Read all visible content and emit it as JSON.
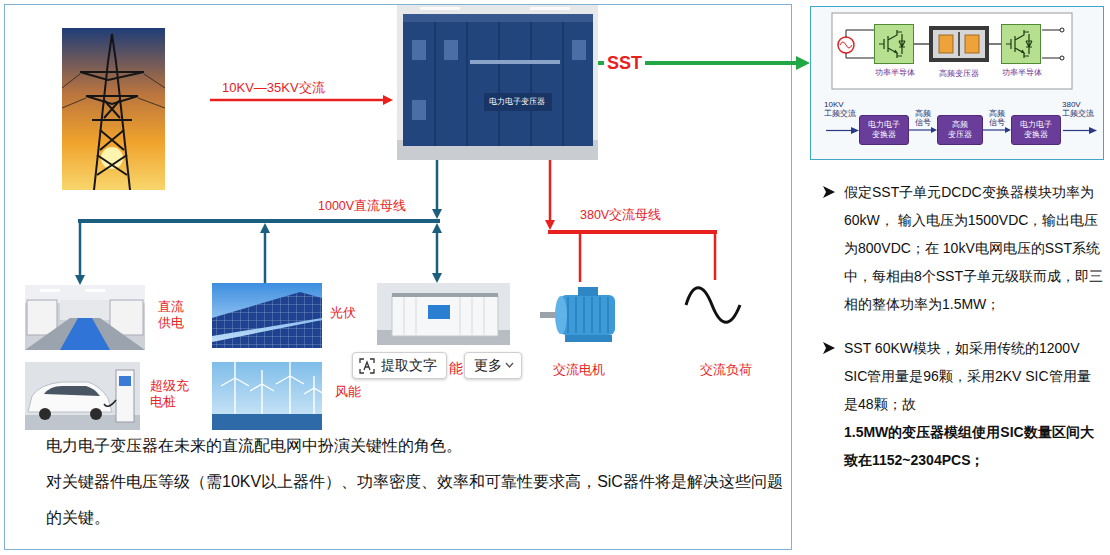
{
  "diagram": {
    "nodes": [
      {
        "text": [
          "电力电子变压器"
        ]
      },
      {
        "text": []
      },
      {
        "text": [
          "功率半导体"
        ],
        "in": 1
      },
      {
        "text": [
          "高频变压器"
        ],
        "in": 1
      },
      {
        "text": [
          "功率半导体"
        ],
        "in": 1
      },
      {
        "text": [
          "电力电子 变换器"
        ],
        "in": 1
      },
      {
        "text": [
          "高频 变压器"
        ],
        "in": 1
      },
      {
        "text": [
          "电力电子 变换器"
        ],
        "in": 1
      },
      {
        "text": [
          "1000V直流母线"
        ]
      },
      {
        "text": [
          "380V交流母线"
        ]
      },
      {
        "text": [
          "直流 供电"
        ]
      },
      {
        "text": [
          "光伏"
        ]
      },
      {
        "text": [
          "能"
        ]
      },
      {
        "text": [
          "提取文字",
          "更多"
        ]
      },
      {
        "text": [
          "交流电机"
        ]
      },
      {
        "text": [
          "交流负荷"
        ]
      },
      {
        "text": [
          "超级充 电桩"
        ]
      },
      {
        "text": [
          "风能"
        ]
      }
    ],
    "edges": [
      {
        "from": 0,
        "to": 1,
        "label": "SST",
        "arrow": "to"
      },
      {
        "from": 0,
        "to": 8,
        "arrow": "to"
      },
      {
        "from": 0,
        "to": 9,
        "arrow": "to"
      },
      {
        "from": 8,
        "to": 10,
        "arrow": "to"
      },
      {
        "from": 11,
        "to": 8,
        "arrow": "to"
      },
      {
        "from": 8,
        "to": 12,
        "arrow": "both"
      },
      {
        "from": 9,
        "to": 14,
        "arrow": "none"
      },
      {
        "from": 9,
        "to": 15,
        "arrow": "none"
      },
      {
        "from": 5,
        "to": 6,
        "label": "高频 信号",
        "arrow": "to"
      },
      {
        "from": 6,
        "to": 7,
        "label": "高频 信号",
        "arrow": "to"
      },
      {
        "from": 2,
        "to": 3,
        "arrow": "none"
      },
      {
        "from": 3,
        "to": 4,
        "arrow": "none"
      }
    ],
    "labels": [
      "10KV—35KV交流",
      "10KV 工频交流",
      "380V 工频交流",
      "电力电子变压器在未来的直流配电网中扮演关键性的角色。",
      "对关键器件电压等级（需10KV以上器件）、功率密度、效率和可靠性要求高，SiC器件将是解决这些问题的关键。",
      "假定SST子单元DCDC变换器模块功率为60kW， 输入电压为1500VDC，输出电压为800VDC；在 10kV电网电压的SST系统中，每相由8个SST子单元级联而成，即三相的整体功率为1.5MW；",
      "SST 60KW模块，如采用传统的1200V SIC管用量是96颗，采用2KV SIC管用量是48颗；故",
      "1.5MW的变压器模组使用SIC数量区间大致在1152~2304PCS；"
    ]
  }
}
